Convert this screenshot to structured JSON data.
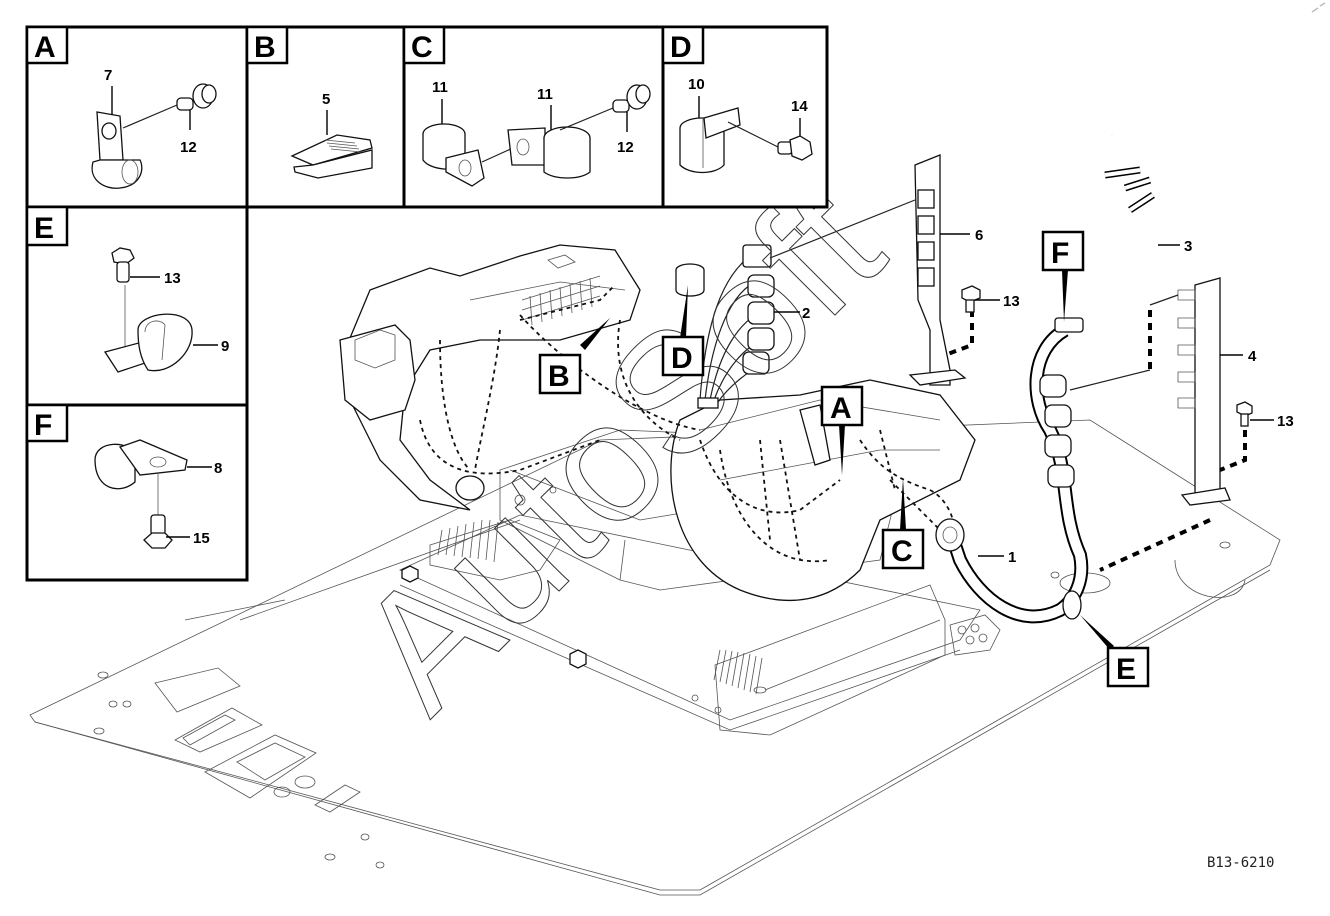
{
  "figure_code": "B13-6210",
  "watermark_text": "AutoSoft",
  "detail_panels": [
    {
      "id": "A",
      "letter": "A",
      "part_numbers": [
        "7",
        "12"
      ]
    },
    {
      "id": "B",
      "letter": "B",
      "part_numbers": [
        "5"
      ]
    },
    {
      "id": "C",
      "letter": "C",
      "part_numbers": [
        "11",
        "11",
        "12"
      ]
    },
    {
      "id": "D",
      "letter": "D",
      "part_numbers": [
        "10",
        "14"
      ]
    },
    {
      "id": "E",
      "letter": "E",
      "part_numbers": [
        "13",
        "9"
      ]
    },
    {
      "id": "F",
      "letter": "F",
      "part_numbers": [
        "8",
        "15"
      ]
    }
  ],
  "main_callouts": {
    "A": "A",
    "B": "B",
    "C": "C",
    "D": "D",
    "E": "E",
    "F": "F"
  },
  "main_part_numbers": {
    "p1": "1",
    "p2": "2",
    "p3": "3",
    "p4": "4",
    "p6": "6",
    "p13a": "13",
    "p13b": "13"
  }
}
